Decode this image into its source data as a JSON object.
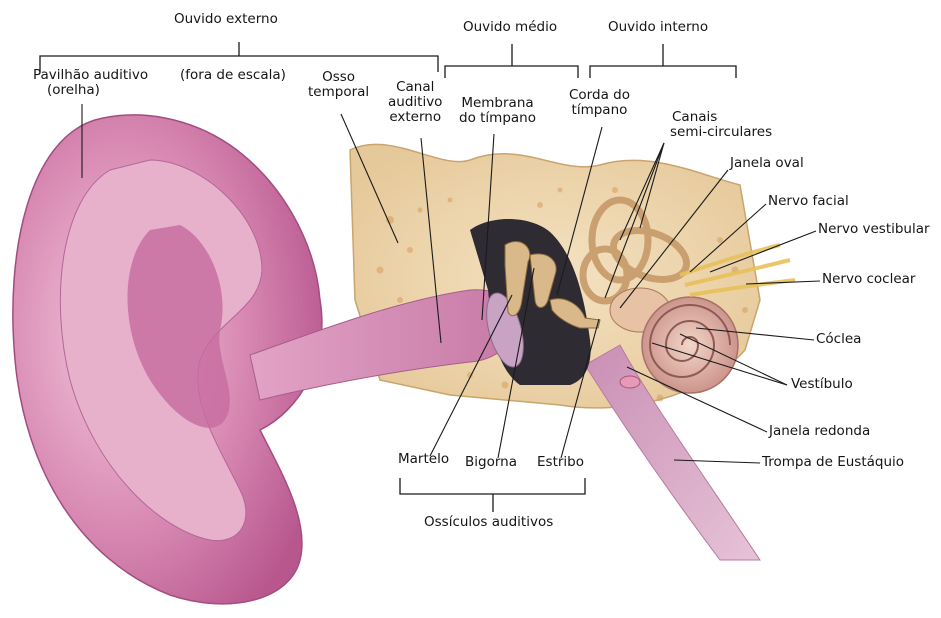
{
  "diagram": {
    "sections": {
      "ouvido_externo": "Ouvido externo",
      "ouvido_medio": "Ouvido médio",
      "ouvido_interno": "Ouvido interno"
    },
    "labels": {
      "pavilhao": [
        "Pavilhão auditivo",
        "(orelha)"
      ],
      "fora_de_escala": "(fora de escala)",
      "osso_temporal": [
        "Osso",
        "temporal"
      ],
      "canal_auditivo": [
        "Canal",
        "auditivo",
        "externo"
      ],
      "membrana": [
        "Membrana",
        "do tímpano"
      ],
      "corda": [
        "Corda do",
        "tímpano"
      ],
      "canais": [
        "Canais",
        "semi-circulares"
      ],
      "janela_oval": "Janela oval",
      "nervo_facial": "Nervo facial",
      "nervo_vestibular": "Nervo vestibular",
      "nervo_coclear": "Nervo coclear",
      "coclea": "Cóclea",
      "vestibulo": "Vestíbulo",
      "janela_redonda": "Janela redonda",
      "trompa": "Trompa de Eustáquio",
      "martelo": "Martelo",
      "bigorna": "Bigorna",
      "estribo": "Estribo",
      "ossiculos": "Ossículos auditivos"
    }
  }
}
